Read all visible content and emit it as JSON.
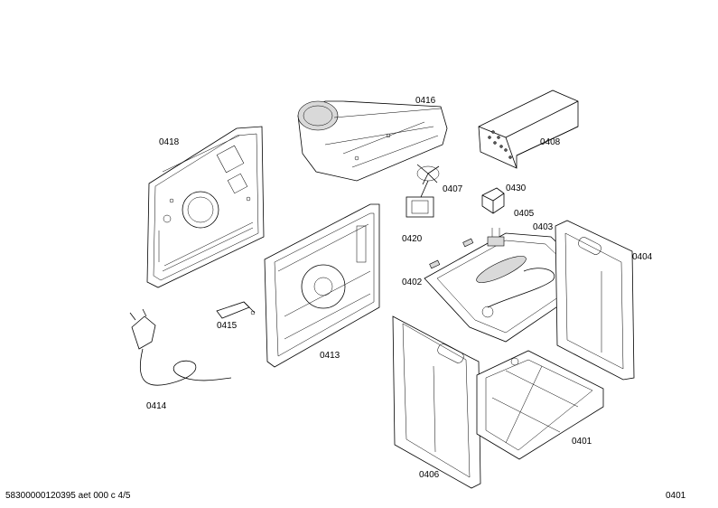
{
  "parts": [
    {
      "id": "p0418",
      "label": "0418"
    },
    {
      "id": "p0416",
      "label": "0416"
    },
    {
      "id": "p0408",
      "label": "0408"
    },
    {
      "id": "p0407",
      "label": "0407"
    },
    {
      "id": "p0430",
      "label": "0430"
    },
    {
      "id": "p0405",
      "label": "0405"
    },
    {
      "id": "p0403",
      "label": "0403"
    },
    {
      "id": "p0404",
      "label": "0404"
    },
    {
      "id": "p0420",
      "label": "0420"
    },
    {
      "id": "p0402",
      "label": "0402"
    },
    {
      "id": "p0415",
      "label": "0415"
    },
    {
      "id": "p0413",
      "label": "0413"
    },
    {
      "id": "p0414",
      "label": "0414"
    },
    {
      "id": "p0401",
      "label": "0401"
    },
    {
      "id": "p0406",
      "label": "0406"
    }
  ],
  "footer": {
    "document_code": "58300000120395 aet 000 c 4/5",
    "page_ref": "0401"
  }
}
